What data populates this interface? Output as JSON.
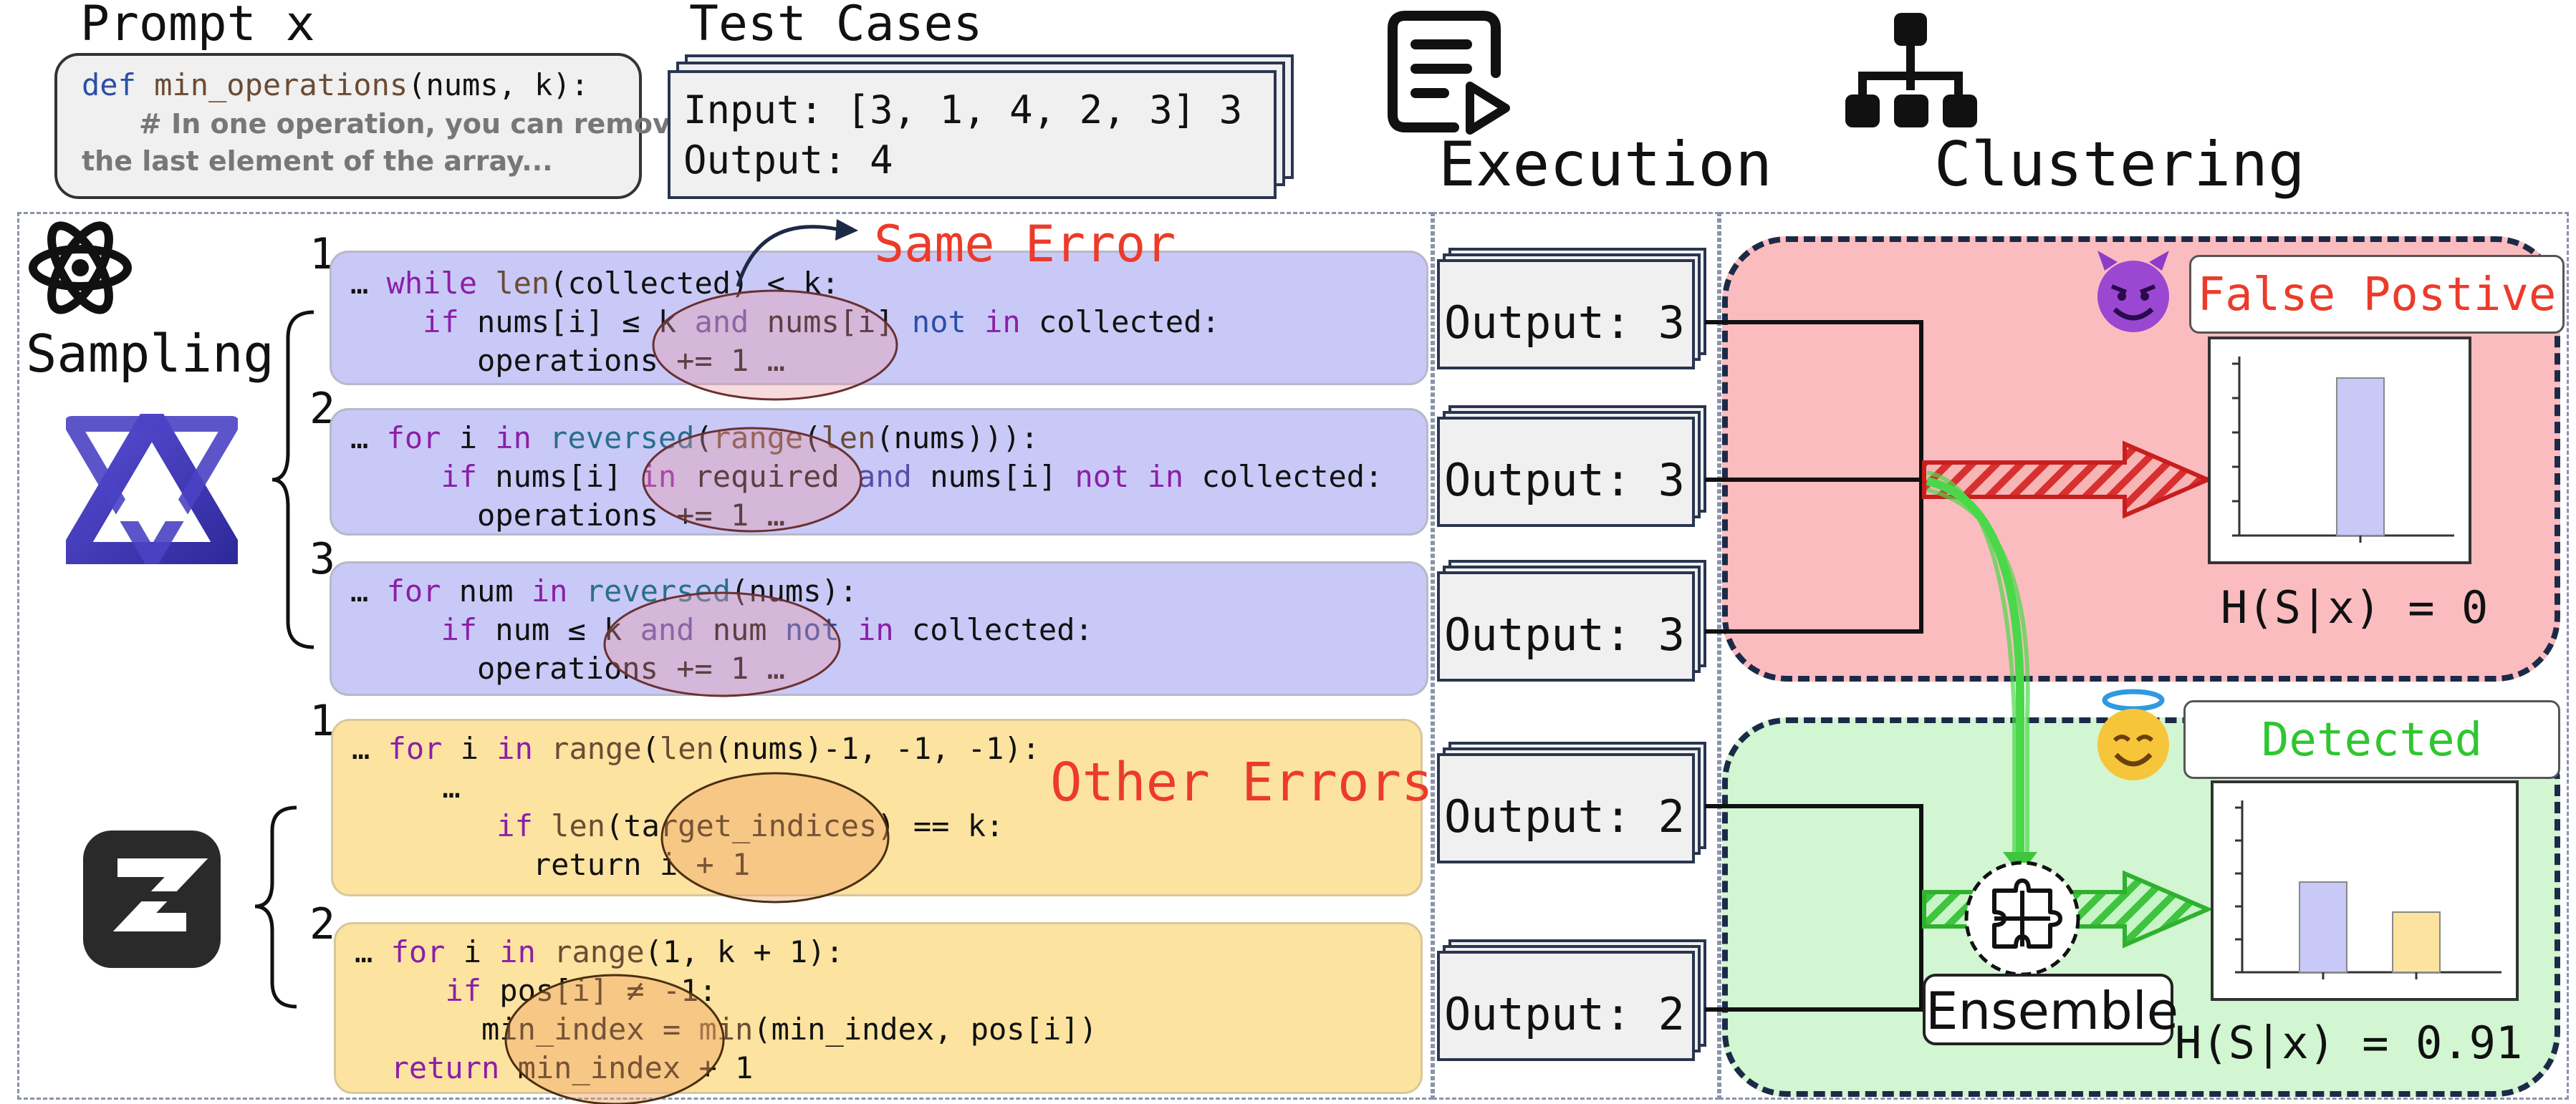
{
  "prompt": {
    "title": "Prompt x",
    "line1_kw": "def",
    "line1_fn": "min_operations",
    "line1_rest": "(nums, k):",
    "line2": "#  In one operation, you can remove",
    "line3": "the last element of the array..."
  },
  "test_cases": {
    "title": "Test Cases",
    "input": "Input: [3, 1, 4, 2, 3] 3",
    "output": "Output: 4"
  },
  "execution_title": "Execution",
  "clustering_title": "Clustering",
  "sampling_label": "Sampling",
  "same_error_label": "Same Error",
  "other_errors_label": "Other Errors",
  "blue_samples": [
    {
      "num": "1"
    },
    {
      "num": "2"
    },
    {
      "num": "3"
    }
  ],
  "yellow_samples": [
    {
      "num": "1"
    },
    {
      "num": "2"
    }
  ],
  "outputs": [
    "Output: 3",
    "Output: 3",
    "Output: 3",
    "Output: 2",
    "Output: 2"
  ],
  "clusters": {
    "false_positive": {
      "label": "False Postive",
      "entropy": "H(S|x) = 0",
      "bars": [
        1.0
      ],
      "bar_colors": [
        "#c9c9f8"
      ]
    },
    "detected": {
      "label": "Detected",
      "entropy": "H(S|x) = 0.91",
      "bars": [
        0.6,
        0.4
      ],
      "bar_colors": [
        "#c9c9f8",
        "#fde3a0"
      ]
    }
  },
  "ensemble_label": "Ensemble",
  "colors": {
    "red_cluster": "#fbbcc0",
    "green_cluster": "#d2f5d2",
    "error_red": "#ec3b2a",
    "detected_green": "#2fc62f",
    "arrow_red": "#c81e1e",
    "arrow_green": "#3ec43e"
  },
  "icons": [
    "atom-icon",
    "qwen-logo-icon",
    "zhipu-logo-icon",
    "document-play-icon",
    "hierarchy-icon",
    "devil-emoji-icon",
    "angel-emoji-icon",
    "puzzle-icon"
  ]
}
